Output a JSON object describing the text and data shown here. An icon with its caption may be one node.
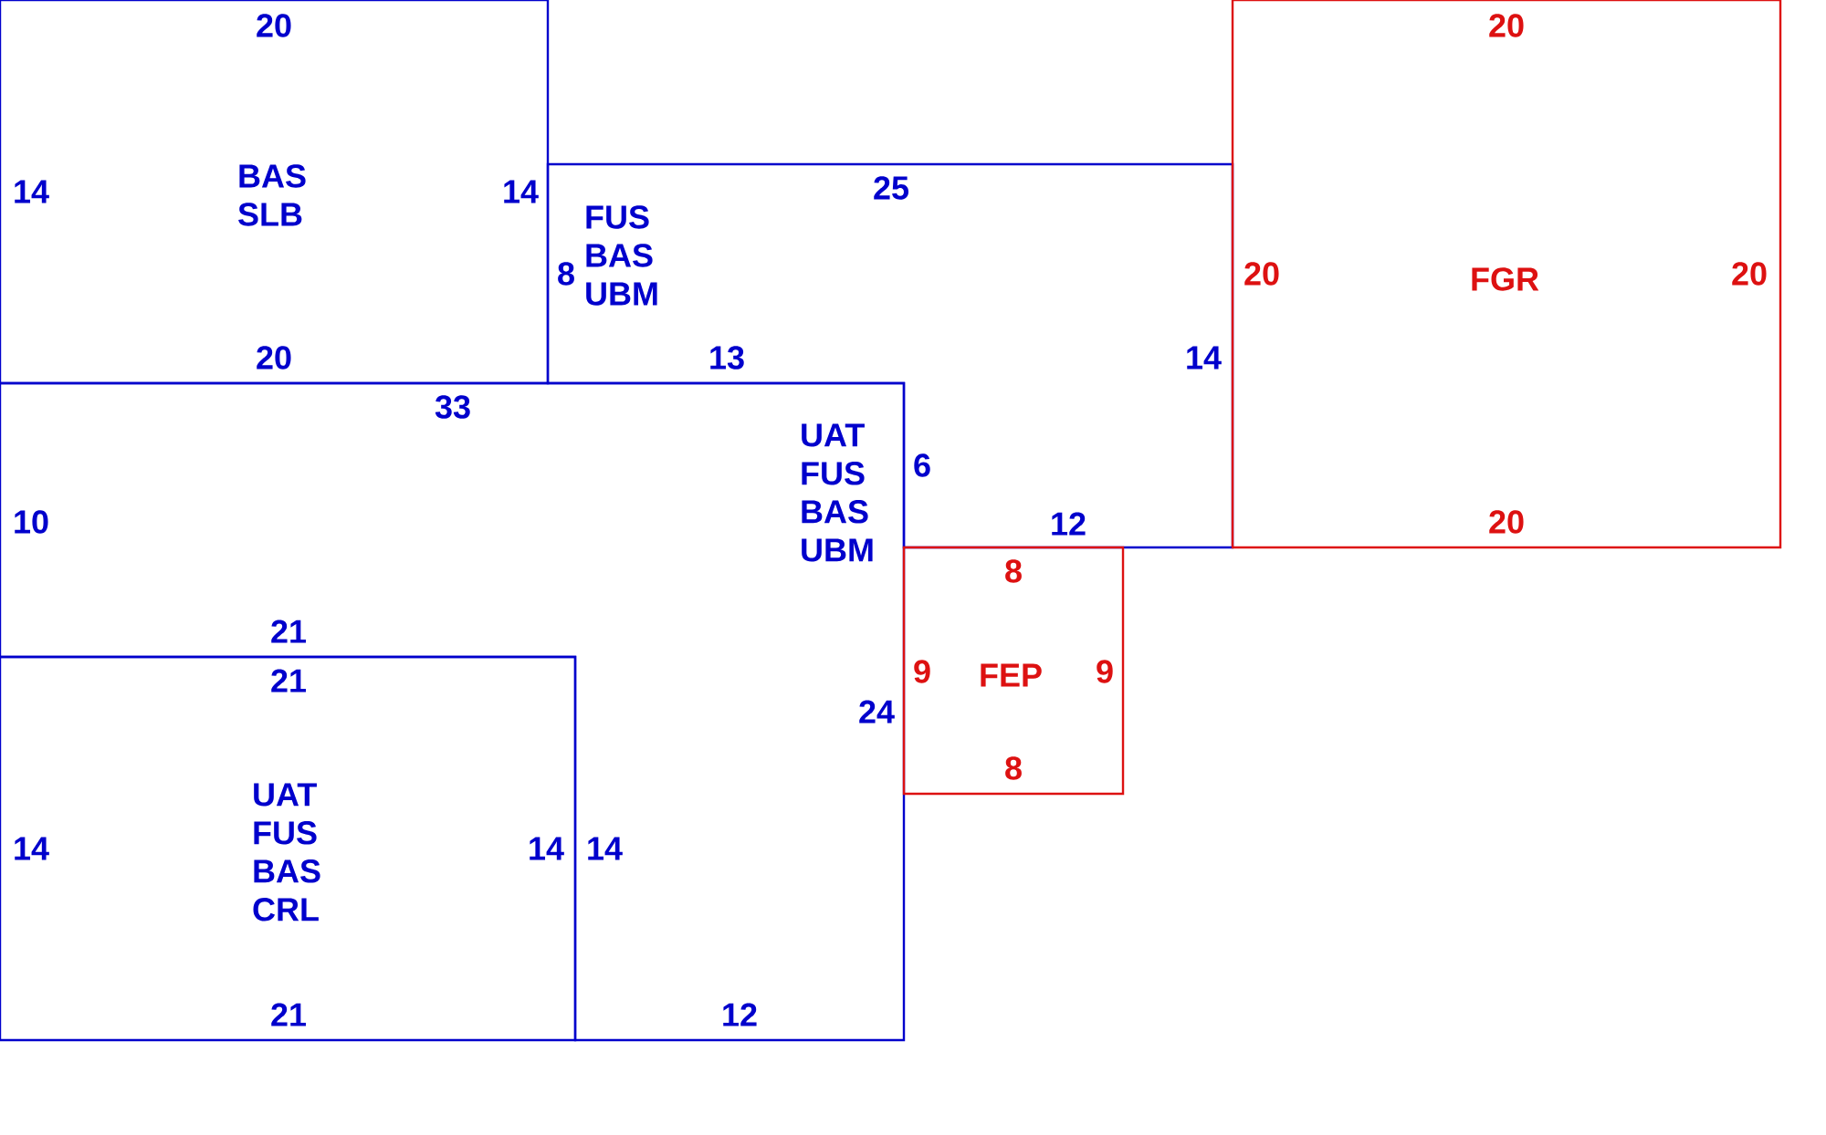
{
  "diagram": {
    "nodes": [
      {
        "text": [
          "BAS SLB"
        ]
      },
      {
        "text": [
          "FUS BAS UBM"
        ]
      },
      {
        "text": [
          "FGR"
        ]
      },
      {
        "text": [
          "UAT FUS BAS UBM"
        ]
      },
      {
        "text": [
          "FEP"
        ]
      },
      {
        "text": [
          "UAT FUS BAS CRL"
        ]
      }
    ],
    "labels": [
      "20",
      "20",
      "14",
      "14",
      "25",
      "8",
      "20",
      "20",
      "20",
      "13",
      "14",
      "33",
      "6",
      "10",
      "12",
      "20",
      "8",
      "21",
      "21",
      "9",
      "9",
      "24",
      "8",
      "14",
      "14",
      "14",
      "21",
      "12"
    ]
  }
}
